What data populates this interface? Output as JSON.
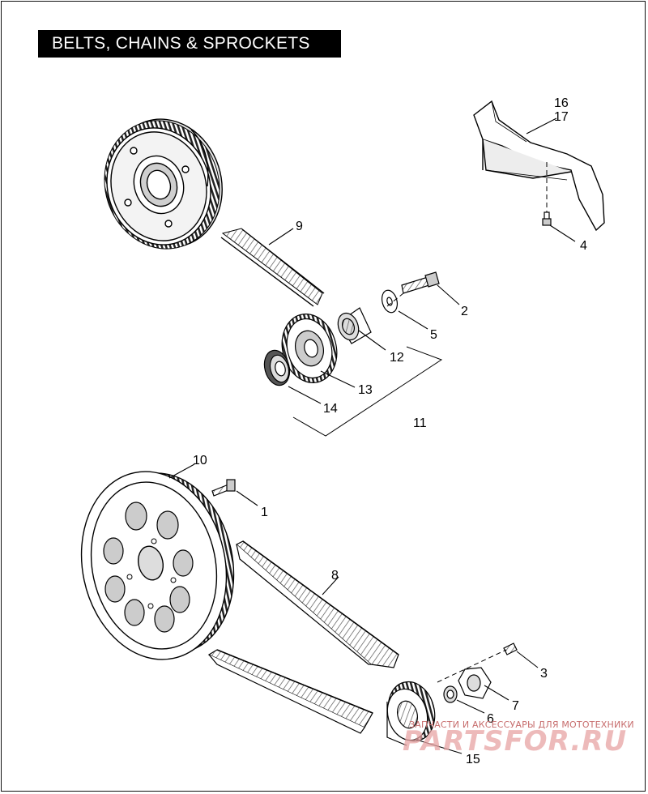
{
  "title": "BELTS, CHAINS & SPROCKETS",
  "callouts": [
    {
      "id": "c1",
      "label": "1"
    },
    {
      "id": "c2",
      "label": "2"
    },
    {
      "id": "c3",
      "label": "3"
    },
    {
      "id": "c4",
      "label": "4"
    },
    {
      "id": "c5",
      "label": "5"
    },
    {
      "id": "c6",
      "label": "6"
    },
    {
      "id": "c7",
      "label": "7"
    },
    {
      "id": "c8",
      "label": "8"
    },
    {
      "id": "c9",
      "label": "9"
    },
    {
      "id": "c10",
      "label": "10"
    },
    {
      "id": "c11",
      "label": "11"
    },
    {
      "id": "c12",
      "label": "12"
    },
    {
      "id": "c13",
      "label": "13"
    },
    {
      "id": "c14",
      "label": "14"
    },
    {
      "id": "c15",
      "label": "15"
    },
    {
      "id": "c16",
      "label": "16"
    },
    {
      "id": "c17",
      "label": "17"
    }
  ],
  "watermark": {
    "tagline": "ЗАПЧАСТИ И АКСЕССУАРЫ ДЛЯ МОТОТЕХНИКИ",
    "brand": "PARTSFOR.RU"
  }
}
